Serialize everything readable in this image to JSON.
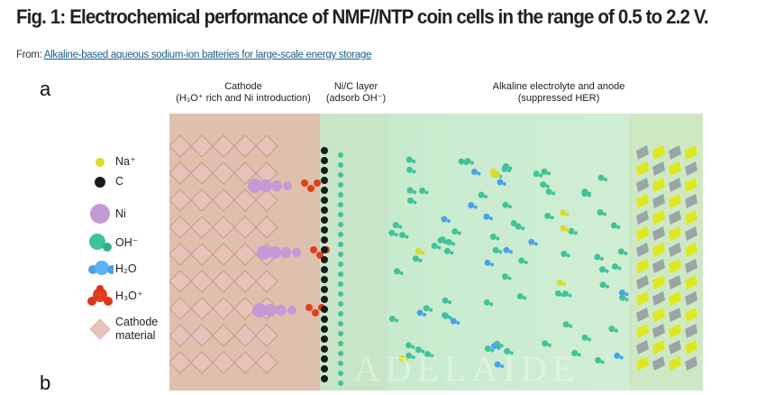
{
  "figure": {
    "title": "Fig. 1: Electrochemical performance of NMF//NTP coin cells in the range of 0.5 to 2.2  V.",
    "from_prefix": "From: ",
    "from_link": "Alkaline-based aqueous sodium-ion batteries for large-scale energy storage"
  },
  "panel_a": {
    "label": "a",
    "next_label": "b",
    "headers": {
      "cathode_line1": "Cathode",
      "cathode_line2": "(H₃O⁺ rich and Ni introduction)",
      "nic_line1": "Ni/C layer",
      "nic_line2": "(adsorb OH⁻)",
      "electrolyte_line1": "Alkaline electrolyte and anode",
      "electrolyte_line2": "(suppressed HER)"
    },
    "legend": [
      {
        "label": "Na⁺",
        "color": "#d8dc2a"
      },
      {
        "label": "C",
        "color": "#1a1a1a"
      },
      {
        "label": "Ni",
        "color": "#c49ad6"
      },
      {
        "label": "OH⁻",
        "color": "#3fc39a"
      },
      {
        "label": "H₂O",
        "color": "#4aa3ea"
      },
      {
        "label": "H₃O⁺",
        "color": "#e0401c"
      },
      {
        "label": "Cathode material",
        "color": "#e8c2b8"
      }
    ],
    "watermark": "ADELAIDE"
  }
}
